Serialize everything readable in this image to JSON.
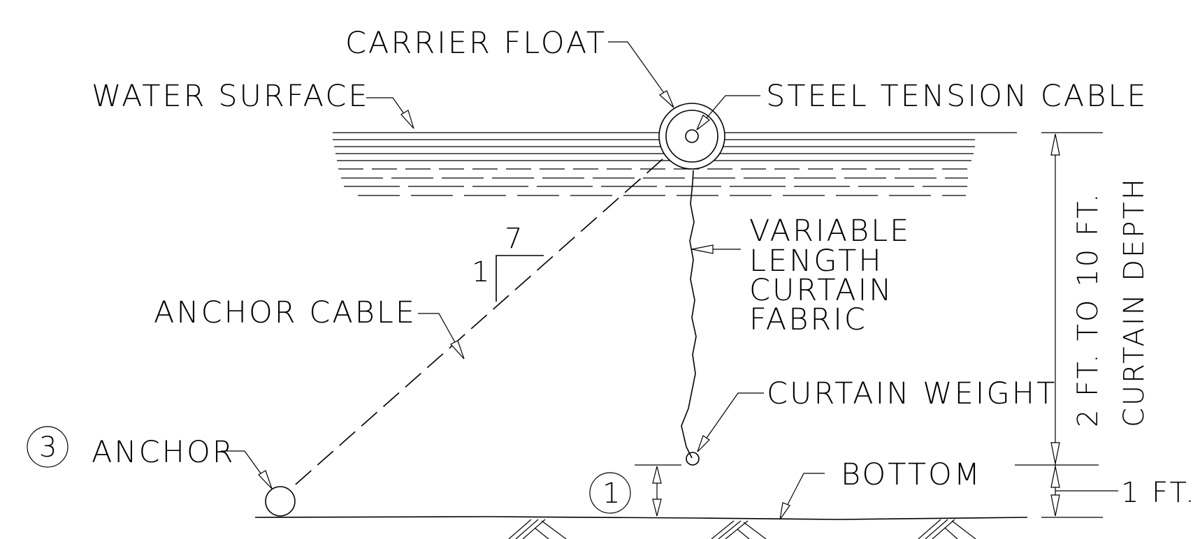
{
  "labels": {
    "carrier_float": "CARRIER FLOAT",
    "water_surface": "WATER SURFACE",
    "steel_tension_cable": "STEEL TENSION CABLE",
    "variable_length_line1": "VARIABLE",
    "variable_length_line2": "LENGTH",
    "variable_length_line3": "CURTAIN",
    "variable_length_line4": "FABRIC",
    "anchor_cable": "ANCHOR CABLE",
    "slope_run": "7",
    "slope_rise": "1",
    "curtain_weight": "CURTAIN WEIGHT",
    "anchor": "ANCHOR",
    "anchor_callout": "3",
    "bottom": "BOTTOM",
    "clearance_callout": "1",
    "one_ft": "1 FT.",
    "depth_range": "2 FT. TO 10 FT.",
    "curtain_depth": "CURTAIN DEPTH"
  }
}
